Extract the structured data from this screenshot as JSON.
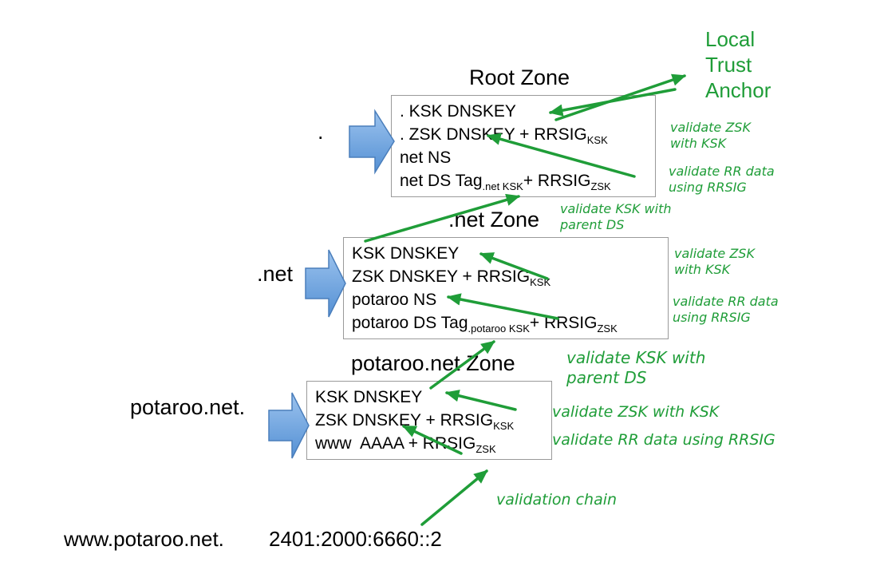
{
  "colors": {
    "green": "#1f9d38",
    "blue_arrow_light": "#9cc3ee",
    "blue_arrow_dark": "#5490d4",
    "blue_arrow_stroke": "#4a7ebb",
    "box_border": "#9a9a9a"
  },
  "trust_anchor": {
    "text": "Local\nTrust\nAnchor"
  },
  "zones": [
    {
      "title": "Root Zone",
      "label": ".",
      "records": [
        {
          "t1": ". KSK DNSKEY",
          "s1": "",
          "t2": "",
          "s2": ""
        },
        {
          "t1": ". ZSK DNSKEY + RRSIG",
          "s1": "KSK",
          "t2": "",
          "s2": ""
        },
        {
          "t1": "net NS",
          "s1": "",
          "t2": "",
          "s2": ""
        },
        {
          "t1": "net DS Tag",
          "s1": ".net KSK",
          "t2": "+ RRSIG",
          "s2": "ZSK"
        }
      ]
    },
    {
      "title": ".net Zone",
      "label": ".net",
      "records": [
        {
          "t1": "KSK DNSKEY",
          "s1": "",
          "t2": "",
          "s2": ""
        },
        {
          "t1": "ZSK DNSKEY + RRSIG",
          "s1": "KSK",
          "t2": "",
          "s2": ""
        },
        {
          "t1": "potaroo NS",
          "s1": "",
          "t2": "",
          "s2": ""
        },
        {
          "t1": "potaroo DS Tag",
          "s1": ".potaroo KSK",
          "t2": "+ RRSIG",
          "s2": "ZSK"
        }
      ]
    },
    {
      "title": "potaroo.net Zone",
      "label": "potaroo.net.",
      "records": [
        {
          "t1": "KSK DNSKEY",
          "s1": "",
          "t2": "",
          "s2": ""
        },
        {
          "t1": "ZSK DNSKEY + RRSIG",
          "s1": "KSK",
          "t2": "",
          "s2": ""
        },
        {
          "t1": "www  AAAA + RRSIG",
          "s1": "ZSK",
          "t2": "",
          "s2": ""
        }
      ]
    }
  ],
  "annotations": [
    {
      "text": "validate ZSK\nwith KSK"
    },
    {
      "text": "validate RR data\nusing RRSIG"
    },
    {
      "text": "validate KSK with\nparent DS"
    },
    {
      "text": "validate ZSK\nwith KSK"
    },
    {
      "text": "validate RR data\nusing RRSIG"
    },
    {
      "text": "validate KSK with\nparent DS"
    },
    {
      "text": "validate ZSK with KSK"
    },
    {
      "text": "validate RR data using RRSIG"
    },
    {
      "text": "validation chain"
    }
  ],
  "footer": {
    "host": "www.potaroo.net.",
    "address": "2401:2000:6660::2"
  }
}
